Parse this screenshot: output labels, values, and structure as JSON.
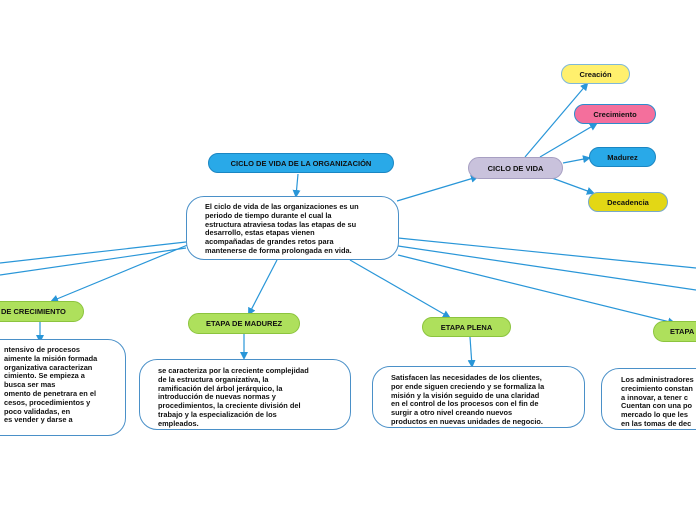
{
  "title": "CICLO DE VIDA DE LA ORGANIZACIÓN",
  "central": "El ciclo de vida de las organizaciones es un\nperiodo de tiempo durante el cual la\nestructura atraviesa todas las etapas de su\ndesarrollo, estas etapas vienen\nacompañadas de grandes retos para\nmantenerse de forma prolongada en vida.",
  "ciclo": {
    "label": "CICLO DE VIDA",
    "stages": [
      "Creación",
      "Crecimiento",
      "Madurez",
      "Decadencia"
    ]
  },
  "etapas": {
    "crecimiento": {
      "label": "DE CRECIMIENTO",
      "text": "ntensivo de procesos\naimente la misión formada\norganizativa caracterizan\ncimiento. Se empieza a\nbusca ser mas\nomento de penetrara en el\ncesos, procedimientos y\npoco validadas, en\nes vender y darse a"
    },
    "madurez": {
      "label": "ETAPA DE MADUREZ",
      "text": "se caracteriza por la creciente complejidad\nde la estructura organizativa, la\nramificación del árbol jerárquico, la\nintroducción de nuevas normas y\nprocedimientos, la creciente división del\ntrabajo y la especialización de los\nempleados."
    },
    "plena": {
      "label": "ETAPA PLENA",
      "text": "Satisfacen las necesidades de los clientes,\npor ende siguen creciendo y se formaliza la\nmisión y la visión seguido de una claridad\nen el control de los procesos con el fin de\nsurgir a otro nivel creando nuevos\nproductos en nuevas unidades de negocio."
    },
    "quinta": {
      "label": "ETAPA",
      "text": "Los administradores\ncrecimiento constan\na innovar, a tener c\nCuentan con una po\nmercado lo que les\nen las tomas de dec"
    }
  },
  "colors": {
    "line": "#2996d8",
    "title_fill": "#29a9e8",
    "etapa_fill": "#aee05c",
    "ciclo_fill": "#c9c2dc",
    "creacion_fill": "#fff06d",
    "crecimiento_fill": "#f46f9c",
    "madurez_fill": "#29a9e8",
    "decadencia_fill": "#e3d715"
  }
}
